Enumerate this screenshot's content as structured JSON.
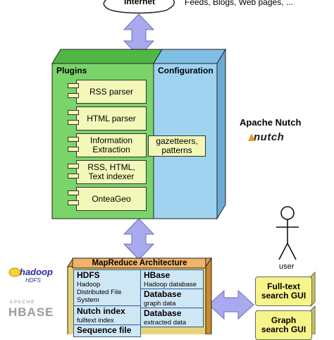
{
  "top": {
    "cloud_label": "Internet",
    "sources": "Feeds, Blogs, Web pages, ..."
  },
  "nutch": {
    "plugins_title": "Plugins",
    "config_title": "Configuration",
    "plugins": [
      {
        "label": "RSS parser"
      },
      {
        "label": "HTML parser"
      },
      {
        "label": "Information\nExtraction"
      },
      {
        "label": "RSS, HTML,\nText indexer"
      },
      {
        "label": "OnteaGeo"
      }
    ],
    "config_box": "gazetteers,\npatterns"
  },
  "brand": {
    "name": "Apache Nutch",
    "logo_text": "nutch"
  },
  "mapreduce": {
    "title": "MapReduce Architecture",
    "cells": [
      {
        "title": "HDFS",
        "sub": "Hadoop\nDistributed File\nSystem"
      },
      {
        "title": "HBase",
        "sub": "Hadoop database"
      },
      {
        "title": "Database",
        "sub": "graph data"
      },
      {
        "title": "Nutch index",
        "sub": "fulltext index"
      },
      {
        "title": "Database",
        "sub": "extracted data"
      },
      {
        "title": "Sequence file",
        "sub": ""
      }
    ]
  },
  "logos": {
    "hadoop": "hadoop",
    "hadoop_sub": "HDFS",
    "hbase_top": "APACHE",
    "hbase": "HBASE"
  },
  "user": {
    "label": "user",
    "gui1": "Full-text\nsearch GUI",
    "gui2": "Graph\nsearch GUI"
  },
  "colors": {
    "plugin_fill": "#f3f7b8",
    "nutch_body": "#7ad46a",
    "config_body": "#9fd3f0",
    "arrow": "#a9a9ef",
    "mr_cell": "#cfe6f5",
    "gui_fill": "#f7f48a"
  },
  "icons": [
    "cloud-icon",
    "double-arrow-icon",
    "user-stick-figure-icon"
  ]
}
